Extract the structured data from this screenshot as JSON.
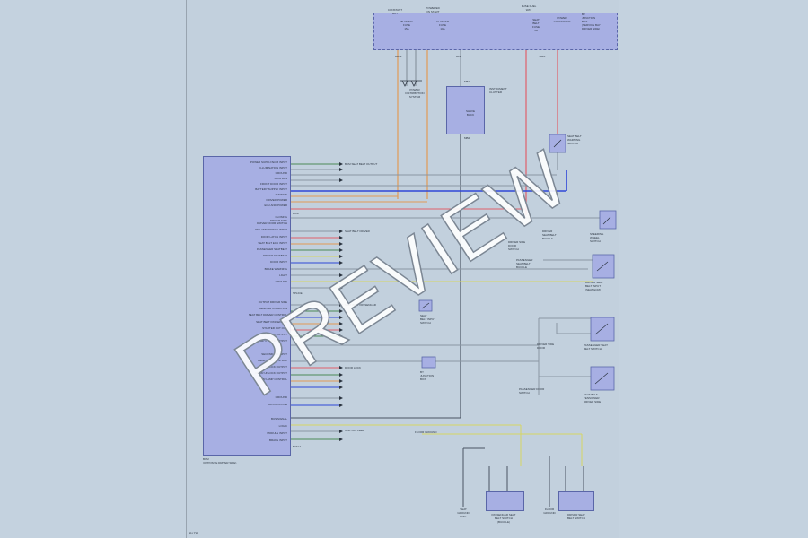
{
  "watermark": "PREVIEW",
  "page_label": "BLTB",
  "fusebox": {
    "headers": [
      "CONSTANT\nHOT",
      "POWERED\nON START",
      "",
      "FUSE FUEL\nWAY"
    ],
    "fuses": [
      "BLOWER\nFUSE\n15A",
      "CLUSTER\nFUSE\n10A",
      "",
      "SEAT\nBELT\nFUSE\n5A",
      "POWER\nCONVERTER"
    ],
    "label": "BY\nJUNCTION\nBOX\n(SERVICE BAY\nDRIVER SIDE)",
    "pins": [
      "BD12",
      "B12",
      "YB26"
    ]
  },
  "ground_block": "POWER\nDISTRIBUTION\nSYSTEM",
  "cluster": {
    "label": "INSTRUMENT\nCLUSTER",
    "sub": "SHAVE\nBACK",
    "pins": [
      "MB1",
      "MB2"
    ]
  },
  "relay": "SEAT BELT\nWARNING\nSWITCH",
  "ecu": {
    "label": "BCM\n(OPPOSITE DRIVER SIDE)",
    "top_labels": [
      "POWER SUPPLY/ECM INPUT",
      "ILLUMINATION INPUT",
      "GROUND",
      "DATA BUS",
      "FRONT DOOR INPUT",
      "BATTERY SUPPLY INPUT",
      "IGNITION",
      "DRIVER POWER",
      "ECU AND POWER"
    ],
    "mid_labels": [
      "CLOSING\nDRIVER SIDE",
      "DRIVER DOOR SWITCH",
      "RR LAMP SWITCH INPUT",
      "DOOR LATCH INPUT",
      "SEAT BELT ECU INPUT",
      "PASSENGER SEATBELT",
      "DRIVER SEATBELT",
      "DOOR INPUT",
      "BRAKE WARNING",
      "LIGHT",
      "GROUND"
    ],
    "low_labels": [
      "OUTPUT DRIVER SIDE",
      "REAR AIR CONDITION",
      "SEAT BELT DRIVER CONTROL",
      "SEAT BELT PASSENGER",
      "STARTER CUT OUT",
      "CONTROL 1 OUTPUT",
      "COMP 1 STATE OUTPUT",
      "",
      "SECONDARY INPUT",
      "REAR LAMP CONTROL",
      "DOOR LOCK OUTPUT",
      "DOOR UNLOCK OUTPUT",
      "PWR LAMP CONTROL"
    ],
    "bottom_labels": [
      "GROUND",
      "DATA BUS LINE",
      "",
      "BUS SIGNAL",
      "LOGIC",
      "MODULE INPUT",
      "BRAKE INPUT"
    ],
    "pin_labels": [
      "BCM",
      "SPLICE",
      "BCM 2"
    ]
  },
  "right_components": [
    {
      "label": "STEERING\nWHEEL\nSWITCH"
    },
    {
      "label": "DRIVER SEAT\nBELT INPUT\n(SEAT ECM)"
    },
    {
      "label": "PASSENGER SEAT\nBELT SWITCH"
    },
    {
      "label": "SEAT BELT\nTENSIONER\nDRIVER SIDE"
    },
    {
      "label": "DRIVER SIDE\nDOOR\nSWITCH"
    }
  ],
  "right_notes": [
    "DRIVER\nSEAT BELT\nBUCKLE",
    "PASSENGER\nSEAT BELT\nBUCKLE",
    "DRIVER SIDE\nDOOR",
    "PASSENGER DOOR\nSWITCH"
  ],
  "mid_components": [
    {
      "label": "SEAT\nBELT INPUT\nSWITCH"
    },
    {
      "label": "BY\nJUNCTION\nBOX"
    }
  ],
  "bottom_components": [
    {
      "label": "PASSENGER SEAT\nBELT SWITCH\n(BUCKLE)"
    },
    {
      "label": "DRIVER SEAT\nBELT SWITCH"
    }
  ],
  "bottom_notes": [
    "SEAT\nGROUND\nBOLT",
    "FLOOR\nGROUND"
  ],
  "wire_labels": [
    "BCM SEAT BELT OUTPUT",
    "SEAT BELT DRIVER",
    "SEAT BELT PASSENGER",
    "DOOR LOCK",
    "FLOOR GROUND",
    "IGNITION FEED"
  ],
  "colors": {
    "box_fill": "#a7afe3",
    "box_stroke": "#5a66a8",
    "wire_gray": "#8a96a2",
    "wire_red": "#e0606a",
    "wire_blue": "#2f47d8",
    "wire_orange": "#e29a55",
    "wire_yellow": "#d6d663",
    "wire_green": "#4c8a56",
    "wire_dark": "#4b5563"
  }
}
